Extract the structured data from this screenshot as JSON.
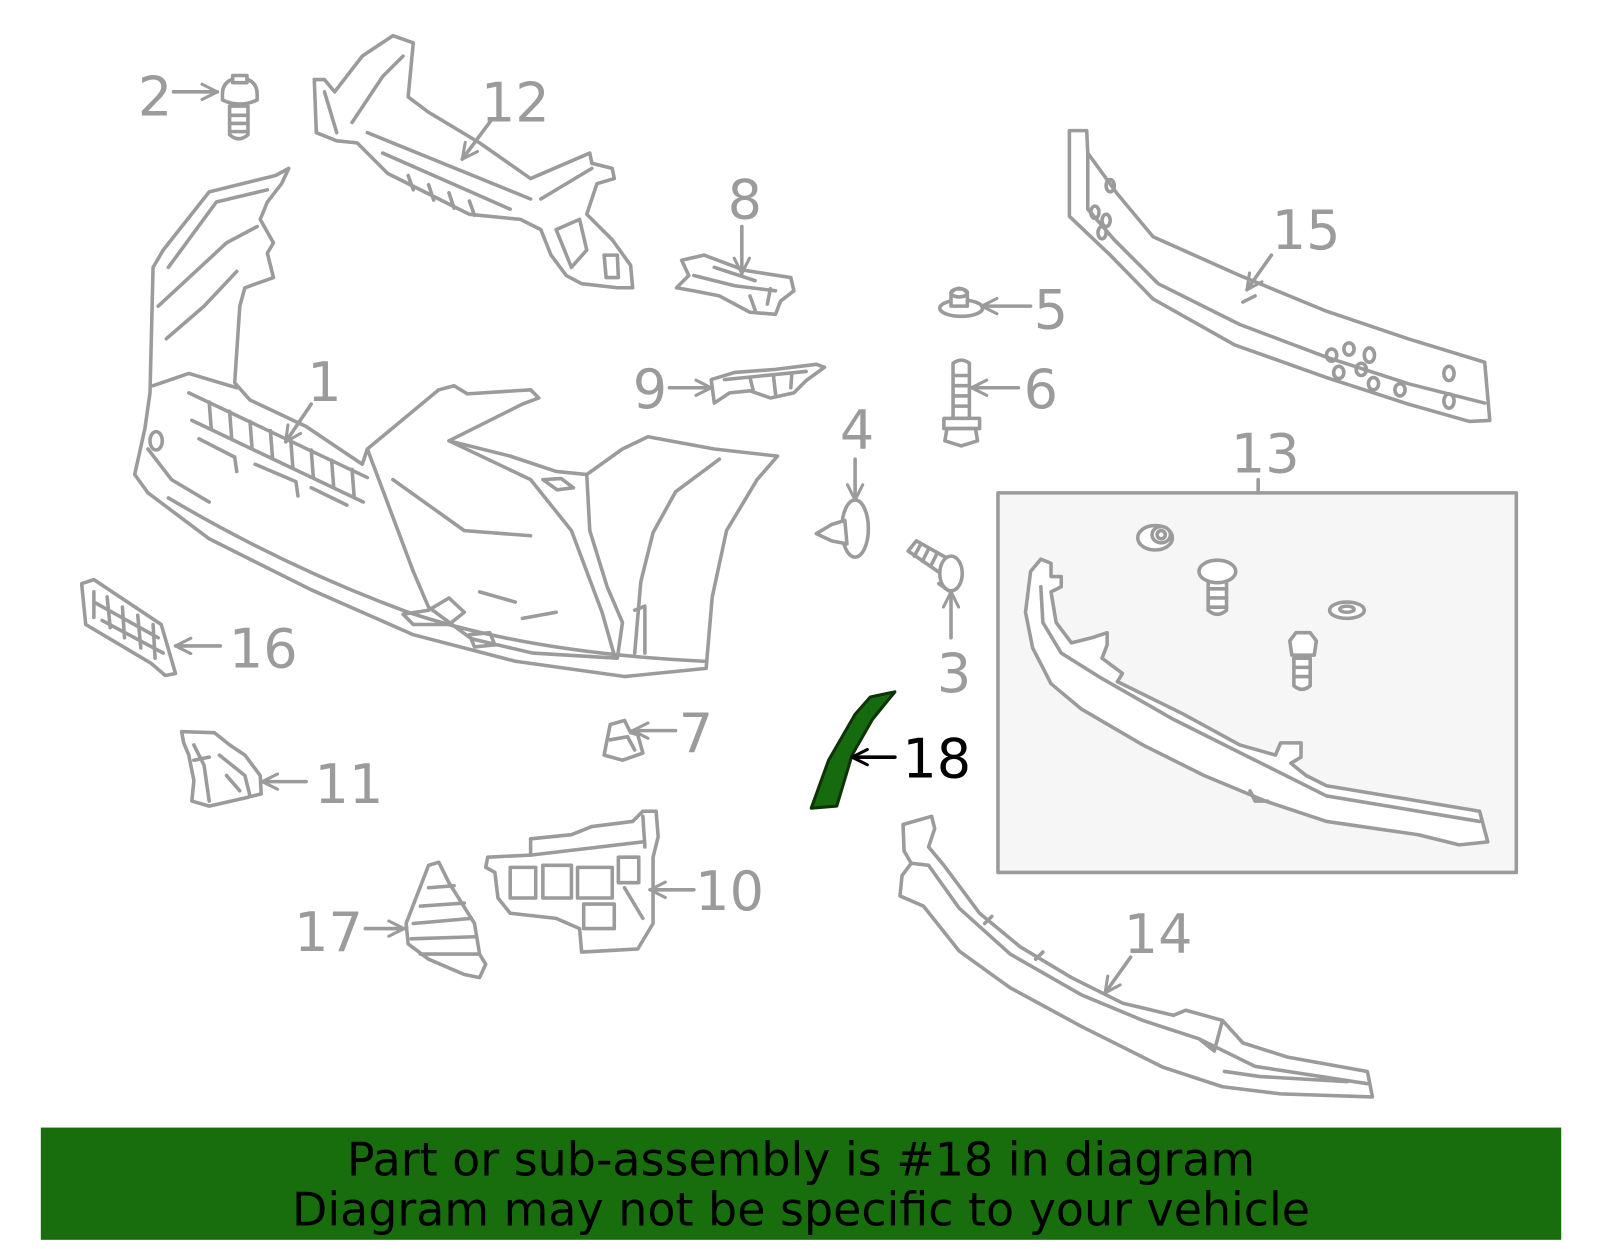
{
  "labels": {
    "part_1": "1",
    "part_2": "2",
    "part_3": "3",
    "part_4": "4",
    "part_5": "5",
    "part_6": "6",
    "part_7": "7",
    "part_8": "8",
    "part_9": "9",
    "part_10": "10",
    "part_11": "11",
    "part_12": "12",
    "part_13": "13",
    "part_14": "14",
    "part_15": "15",
    "part_16": "16",
    "part_17": "17",
    "part_18": "18"
  },
  "banner": {
    "line1": "Part or sub-assembly is #18 in diagram",
    "line2": "Diagram may not be specific to your vehicle"
  },
  "colors": {
    "line": "#9b9b9b",
    "box_fill": "#f6f6f6",
    "highlight": "#176b0f",
    "highlight_stroke": "#0d3306",
    "highlight_label": "#000000",
    "banner": "#186d0c",
    "banner_text": "#000000"
  }
}
